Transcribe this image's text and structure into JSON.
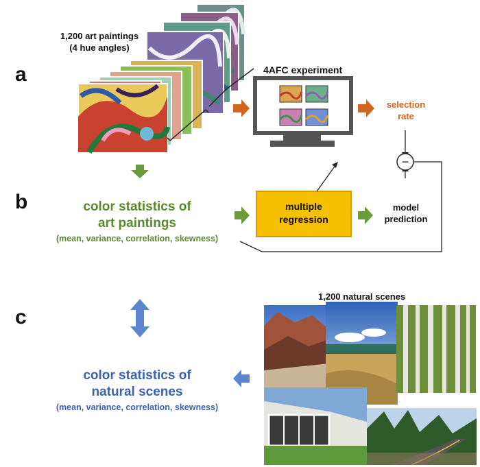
{
  "panels": {
    "a": "a",
    "b": "b",
    "c": "c"
  },
  "art_label": {
    "line1": "1,200 art paintings",
    "line2": "(4 hue angles)"
  },
  "experiment_label": "4AFC experiment",
  "selection_rate": {
    "line1": "selection",
    "line2": "rate"
  },
  "regression_box": {
    "line1": "multiple",
    "line2": "regression"
  },
  "model_prediction": {
    "line1": "model",
    "line2": "prediction"
  },
  "art_stats": {
    "line1": "color statistics of",
    "line2": "art paintings",
    "line3": "(mean, variance, correlation, skewness)"
  },
  "natural_label": "1,200 natural scenes",
  "natural_stats": {
    "line1": "color statistics of",
    "line2": "natural scenes",
    "line3": "(mean, variance, correlation, skewness)"
  },
  "minus_symbol": "−",
  "colors": {
    "green": "#5a8a2e",
    "green_arrow": "#6a9a3a",
    "orange": "#d3651f",
    "blue": "#3a62b0",
    "blue_arrow": "#5b85cf",
    "regression_fill": "#f6c000",
    "regression_stroke": "#d49a00"
  }
}
